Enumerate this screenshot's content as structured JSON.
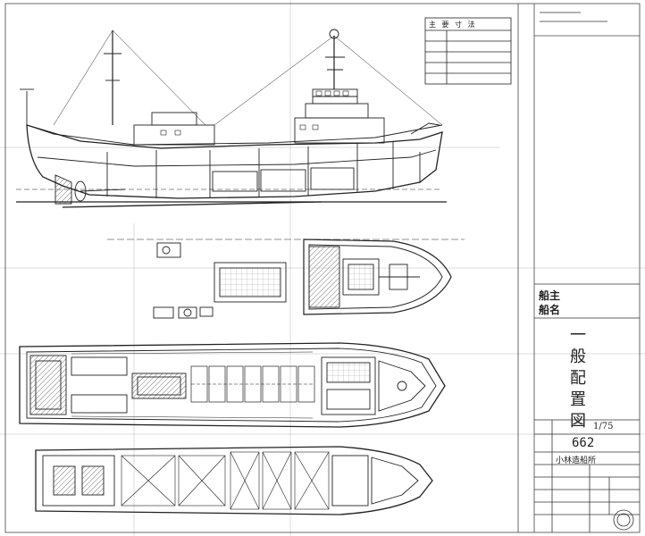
{
  "title_block": {
    "owner_label": "船主",
    "ship_name_label": "船名",
    "drawing_title_chars": [
      "一",
      "般",
      "配",
      "置",
      "図"
    ],
    "scale": "1/75",
    "drawing_number": "662",
    "draftsman": "小林造船所"
  },
  "particulars": {
    "heading": "主 要 寸 法"
  },
  "colors": {
    "ink": "#222222",
    "paper": "#ffffff"
  }
}
